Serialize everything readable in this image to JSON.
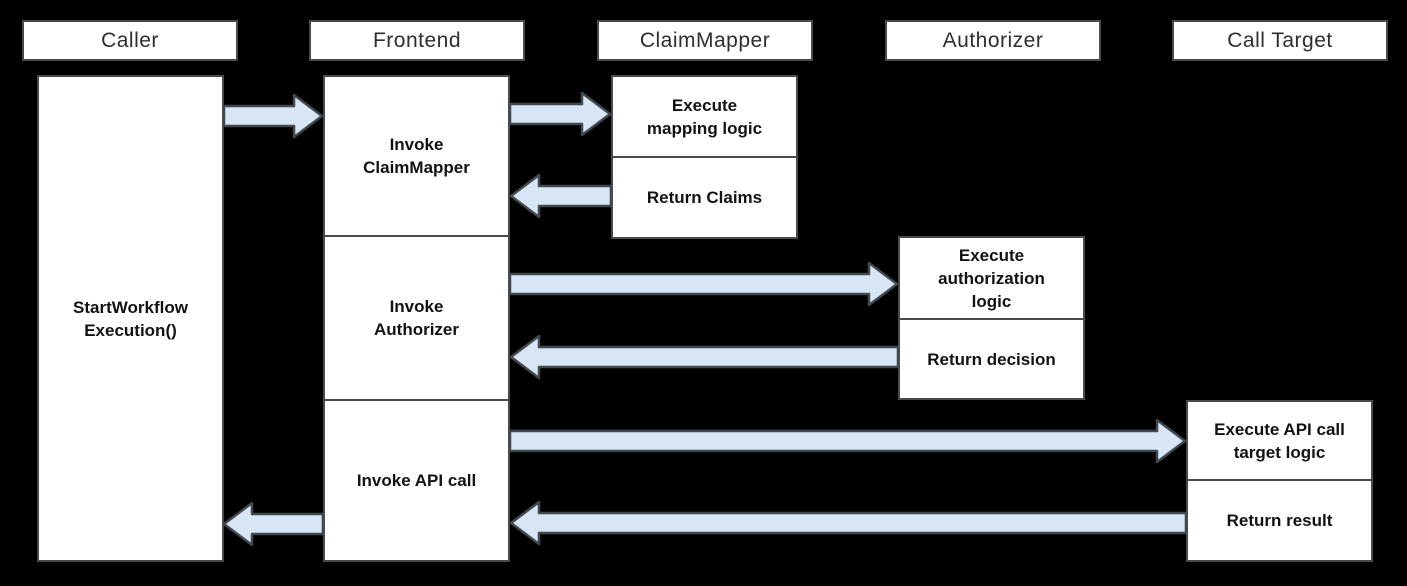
{
  "colors": {
    "background": "#000000",
    "box_fill": "#ffffff",
    "box_border": "#4a4a4a",
    "arrow_fill": "#d8e5f5",
    "arrow_stroke": "#3f474f",
    "header_text": "#2e2e2e",
    "label_text": "#121212"
  },
  "columns": [
    {
      "id": "caller",
      "header": "Caller",
      "activations": [
        {
          "id": "start-workflow-execution",
          "label": "StartWorkflow\nExecution()"
        }
      ]
    },
    {
      "id": "frontend",
      "header": "Frontend",
      "activations": [
        {
          "id": "invoke-claimmapper",
          "label": "Invoke\nClaimMapper"
        },
        {
          "id": "invoke-authorizer",
          "label": "Invoke\nAuthorizer"
        },
        {
          "id": "invoke-api-call",
          "label": "Invoke API call"
        }
      ]
    },
    {
      "id": "claimmapper",
      "header": "ClaimMapper",
      "activations": [
        {
          "id": "execute-mapping-logic",
          "label": "Execute\nmapping logic"
        },
        {
          "id": "return-claims",
          "label": "Return Claims"
        }
      ]
    },
    {
      "id": "authorizer",
      "header": "Authorizer",
      "activations": [
        {
          "id": "execute-authorization-logic",
          "label": "Execute\nauthorization\nlogic"
        },
        {
          "id": "return-decision",
          "label": "Return decision"
        }
      ]
    },
    {
      "id": "call-target",
      "header": "Call Target",
      "activations": [
        {
          "id": "execute-api-call-target-logic",
          "label": "Execute API call\ntarget logic"
        },
        {
          "id": "return-result",
          "label": "Return result"
        }
      ]
    }
  ],
  "arrows": [
    {
      "id": "caller-to-frontend",
      "from": "Caller",
      "to": "Frontend",
      "direction": "right"
    },
    {
      "id": "frontend-to-claimmapper",
      "from": "Frontend",
      "to": "ClaimMapper",
      "direction": "right"
    },
    {
      "id": "claimmapper-to-frontend",
      "from": "ClaimMapper",
      "to": "Frontend",
      "direction": "left"
    },
    {
      "id": "frontend-to-authorizer",
      "from": "Frontend",
      "to": "Authorizer",
      "direction": "right"
    },
    {
      "id": "authorizer-to-frontend",
      "from": "Authorizer",
      "to": "Frontend",
      "direction": "left"
    },
    {
      "id": "frontend-to-call-target",
      "from": "Frontend",
      "to": "Call Target",
      "direction": "right"
    },
    {
      "id": "call-target-to-frontend",
      "from": "Call Target",
      "to": "Frontend",
      "direction": "left"
    },
    {
      "id": "frontend-to-caller",
      "from": "Frontend",
      "to": "Caller",
      "direction": "left"
    }
  ]
}
